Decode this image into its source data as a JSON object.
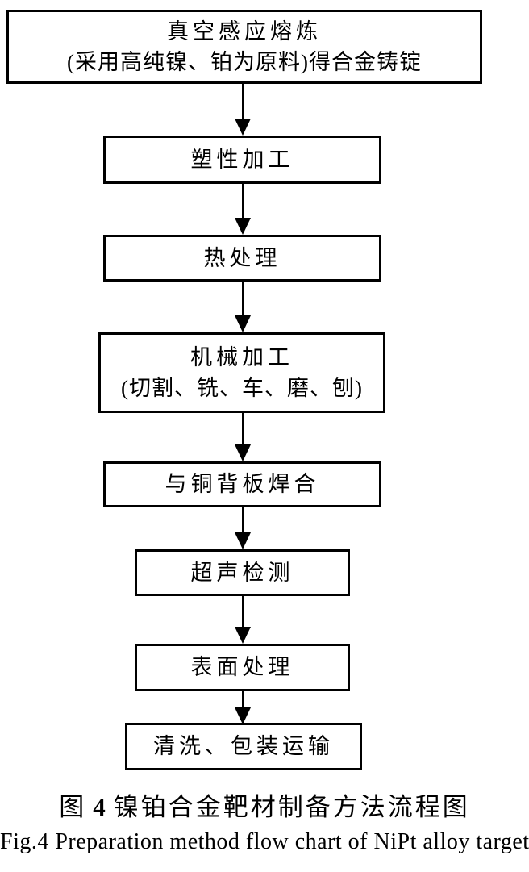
{
  "figure": {
    "colors": {
      "ink": "#000000",
      "background": "#ffffff"
    },
    "steps": [
      {
        "name": "vacuum-induction-melting",
        "lines": [
          "真空感应熔炼",
          "(采用高纯镍、铂为原料)得合金铸锭"
        ]
      },
      {
        "name": "plastic-working",
        "lines": [
          "塑性加工"
        ]
      },
      {
        "name": "heat-treatment",
        "lines": [
          "热处理"
        ]
      },
      {
        "name": "machining",
        "lines": [
          "机械加工",
          "(切割、铣、车、磨、刨)"
        ]
      },
      {
        "name": "weld-to-copper-backplate",
        "lines": [
          "与铜背板焊合"
        ]
      },
      {
        "name": "ultrasonic-inspection",
        "lines": [
          "超声检测"
        ]
      },
      {
        "name": "surface-treatment",
        "lines": [
          "表面处理"
        ]
      },
      {
        "name": "cleaning-packing-shipping",
        "lines": [
          "清洗、包装运输"
        ]
      }
    ],
    "caption_zh": {
      "prefix": "图",
      "number": "4",
      "text": "镍铂合金靶材制备方法流程图"
    },
    "caption_en": "Fig.4 Preparation method flow chart of NiPt alloy target"
  }
}
